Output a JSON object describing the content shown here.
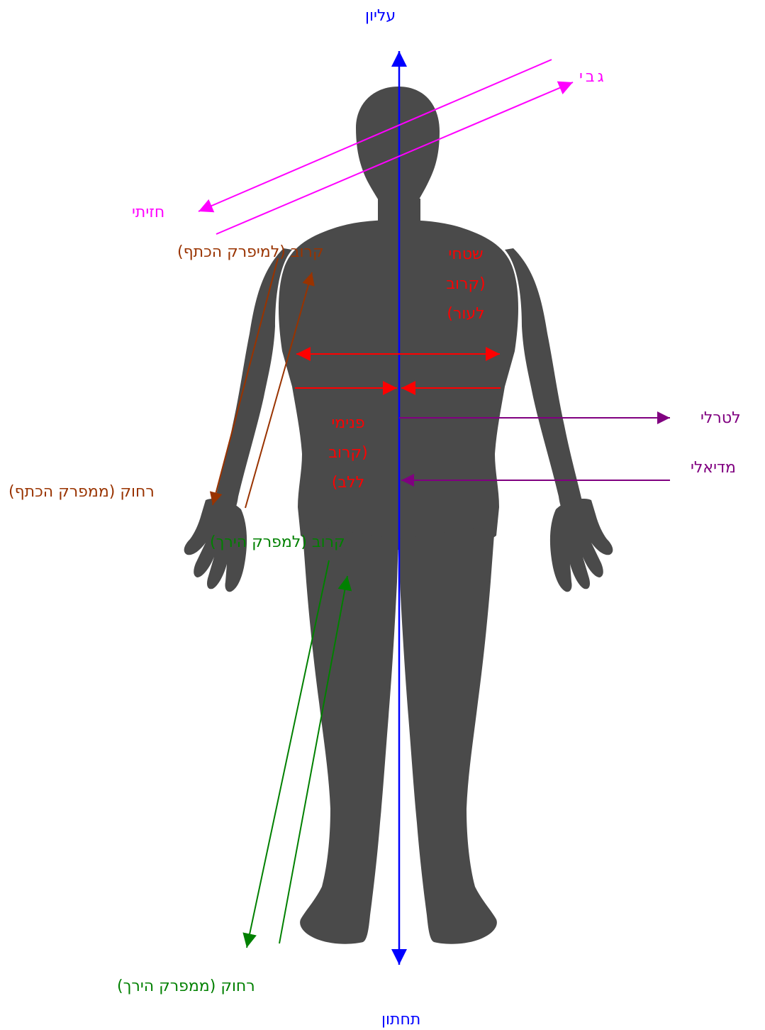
{
  "labels": {
    "superior": "עליון",
    "inferior": "תחתון",
    "posterior": "גבי",
    "anterior": "חזיתי",
    "lateral": "לטרלי",
    "medial": "מדיאלי",
    "proximal_shoulder": "קרוב (למיפרק הכתף)",
    "distal_shoulder": "רחוק (ממפרק הכתף)",
    "proximal_hip": "קרוב (למפרק הירך)",
    "distal_hip": "רחוק (ממפרק הירך)",
    "superficial": [
      "שטחי",
      "(קרוב",
      "לעור)"
    ],
    "internal": [
      "פנימי",
      "(קרוב",
      "ללב)"
    ]
  },
  "colors": {
    "body": "#4a4a4a",
    "vertical_axis": "#0000ff",
    "front_back": "#ff00ff",
    "shoulder": "#993300",
    "superficial_internal": "#ff0000",
    "lateral_medial": "#800080",
    "hip": "#008000"
  }
}
